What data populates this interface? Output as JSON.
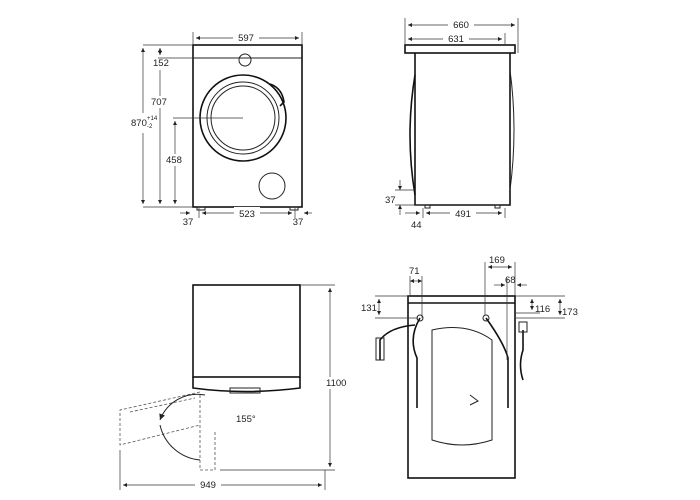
{
  "front_view": {
    "width": "597",
    "height": "870",
    "height_tol_plus": "+14",
    "height_tol_minus": "-2",
    "top_panel": "152",
    "door_top": "707",
    "door_center": "458",
    "feet_span": "523",
    "foot_left": "37",
    "foot_right": "37"
  },
  "side_view": {
    "depth_total": "660",
    "depth_body": "631",
    "foot_height": "37",
    "foot_offset": "44",
    "feet_depth": "491"
  },
  "door_open_view": {
    "depth_open": "949",
    "height_open": "1100",
    "door_angle": "155°"
  },
  "back_view": {
    "hose_left_offset": "71",
    "hose_left_height": "131",
    "hose_right_offset": "169",
    "hose_right_inner": "68",
    "hose_right_height_a": "116",
    "hose_right_height_b": "173"
  }
}
